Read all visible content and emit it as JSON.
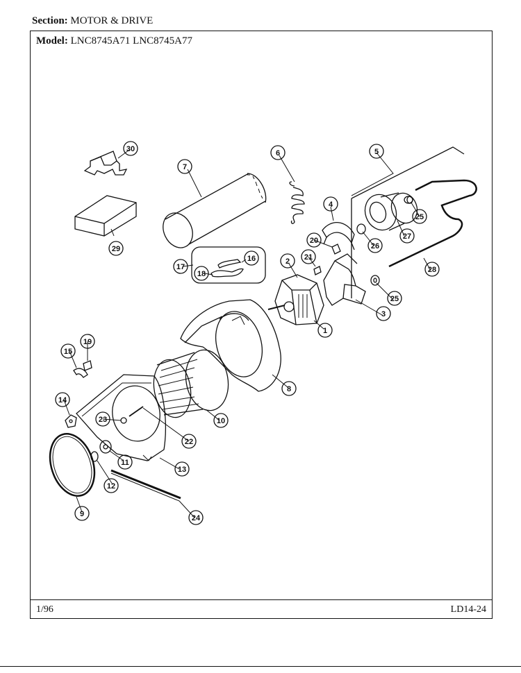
{
  "header": {
    "section_label": "Section:",
    "section_value": "MOTOR & DRIVE",
    "model_label": "Model:",
    "model_value": "LNC8745A71  LNC8745A77"
  },
  "footer": {
    "date": "1/96",
    "code": "LD14-24"
  },
  "callouts": [
    {
      "id": "c1",
      "label": "1"
    },
    {
      "id": "c2",
      "label": "2"
    },
    {
      "id": "c3",
      "label": "3"
    },
    {
      "id": "c4",
      "label": "4"
    },
    {
      "id": "c5",
      "label": "5"
    },
    {
      "id": "c6",
      "label": "6"
    },
    {
      "id": "c7",
      "label": "7"
    },
    {
      "id": "c8",
      "label": "8"
    },
    {
      "id": "c9",
      "label": "9"
    },
    {
      "id": "c10",
      "label": "10"
    },
    {
      "id": "c11",
      "label": "11"
    },
    {
      "id": "c12",
      "label": "12"
    },
    {
      "id": "c13",
      "label": "13"
    },
    {
      "id": "c14",
      "label": "14"
    },
    {
      "id": "c15",
      "label": "15"
    },
    {
      "id": "c16",
      "label": "16"
    },
    {
      "id": "c17",
      "label": "17"
    },
    {
      "id": "c18",
      "label": "18"
    },
    {
      "id": "c19",
      "label": "19"
    },
    {
      "id": "c20",
      "label": "20"
    },
    {
      "id": "c21",
      "label": "21"
    },
    {
      "id": "c22",
      "label": "22"
    },
    {
      "id": "c23",
      "label": "23"
    },
    {
      "id": "c24",
      "label": "24"
    },
    {
      "id": "c25a",
      "label": "25"
    },
    {
      "id": "c25b",
      "label": "25"
    },
    {
      "id": "c26",
      "label": "26"
    },
    {
      "id": "c27",
      "label": "27"
    },
    {
      "id": "c28",
      "label": "28"
    },
    {
      "id": "c29",
      "label": "29"
    },
    {
      "id": "c30",
      "label": "30"
    }
  ]
}
